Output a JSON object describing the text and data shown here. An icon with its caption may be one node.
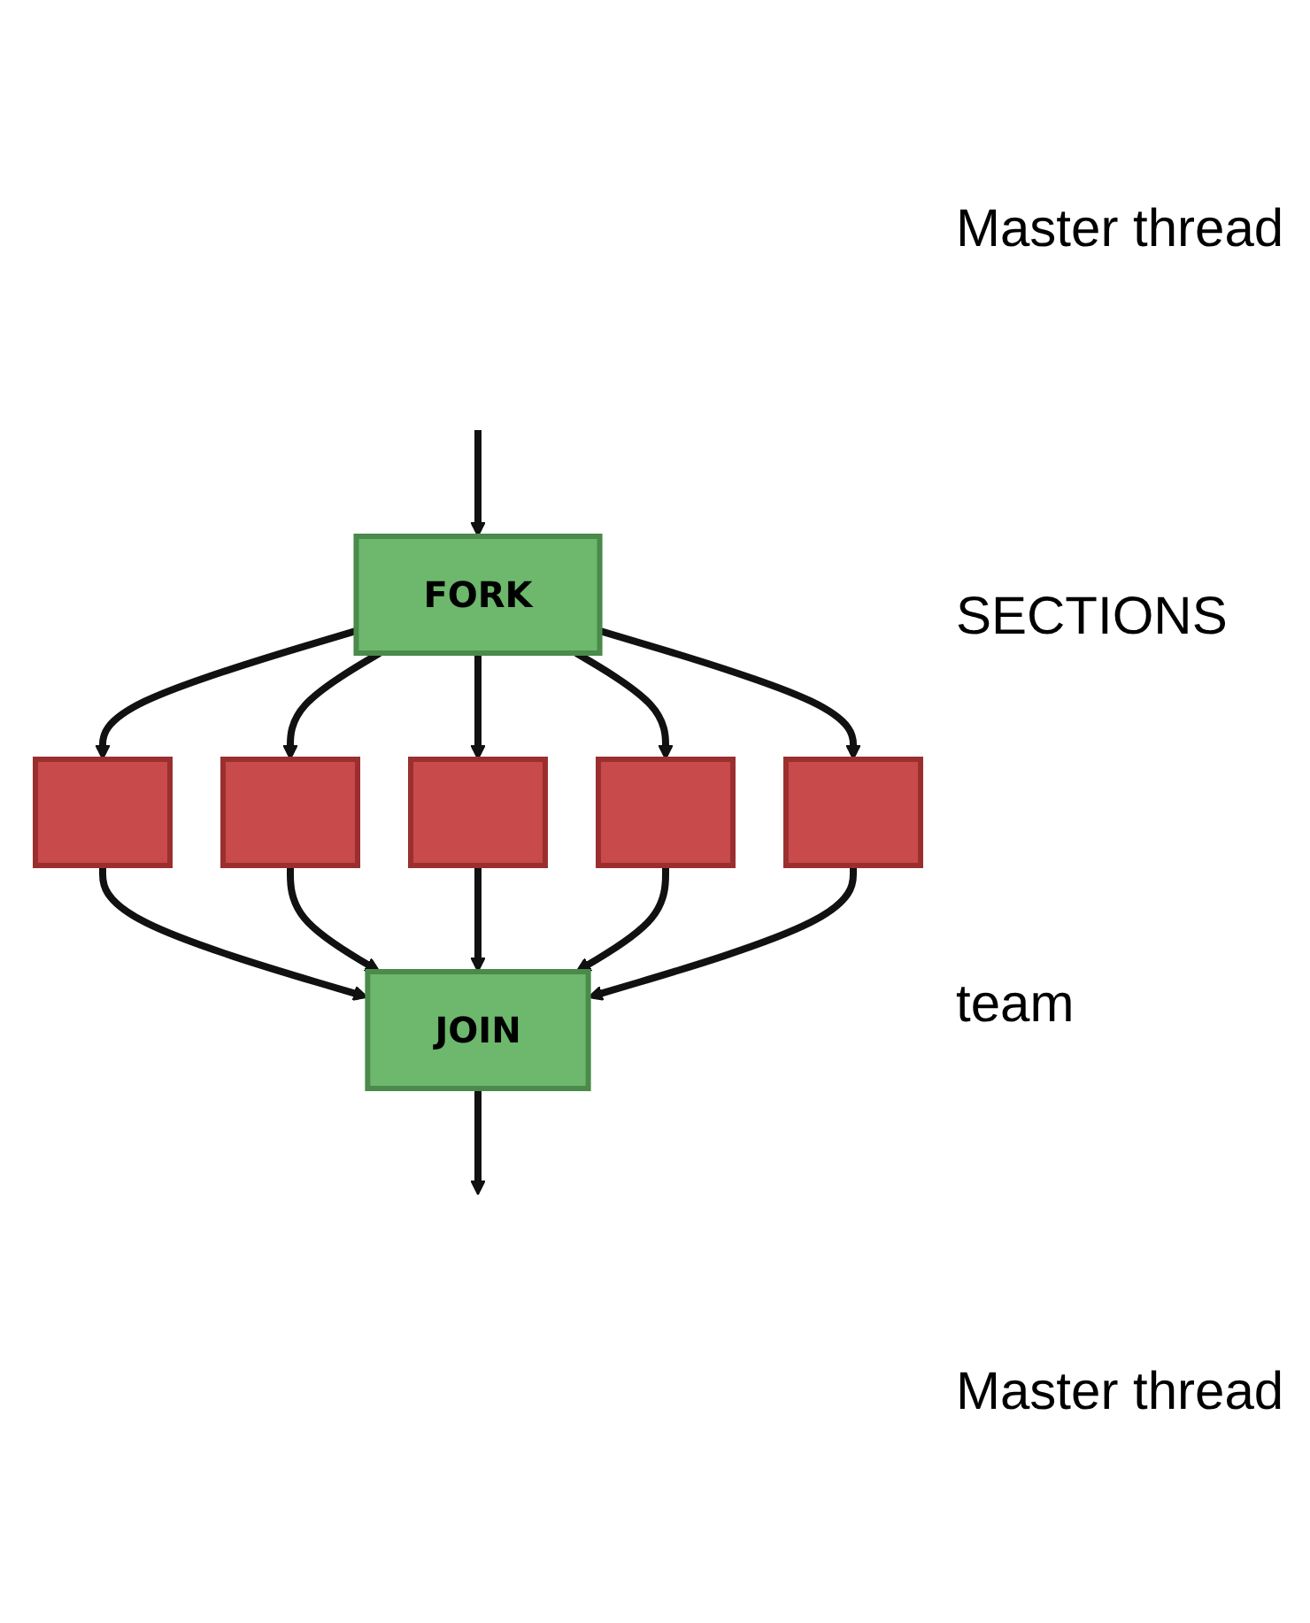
{
  "diagram": {
    "nodes": [
      {
        "text": [
          "FORK"
        ]
      },
      {
        "text": [],
        "shape": "box"
      },
      {
        "text": [],
        "shape": "box"
      },
      {
        "text": [],
        "shape": "box"
      },
      {
        "text": [],
        "shape": "box"
      },
      {
        "text": [],
        "shape": "box"
      },
      {
        "text": [
          "JOIN"
        ]
      }
    ],
    "edges": [
      {
        "from": null,
        "to": 0,
        "arrow": "to"
      },
      {
        "from": 0,
        "to": 1,
        "arrow": "to"
      },
      {
        "from": 0,
        "to": 2,
        "arrow": "to"
      },
      {
        "from": 0,
        "to": 3,
        "arrow": "to"
      },
      {
        "from": 0,
        "to": 4,
        "arrow": "to"
      },
      {
        "from": 0,
        "to": 5,
        "arrow": "to"
      },
      {
        "from": 1,
        "to": 6,
        "arrow": "to"
      },
      {
        "from": 2,
        "to": 6,
        "arrow": "to"
      },
      {
        "from": 3,
        "to": 6,
        "arrow": "to"
      },
      {
        "from": 4,
        "to": 6,
        "arrow": "to"
      },
      {
        "from": 5,
        "to": 6,
        "arrow": "to"
      },
      {
        "from": 6,
        "to": null,
        "arrow": "to"
      }
    ],
    "labels": [
      "Master thread",
      "SECTIONS",
      "team",
      "Master thread"
    ]
  }
}
